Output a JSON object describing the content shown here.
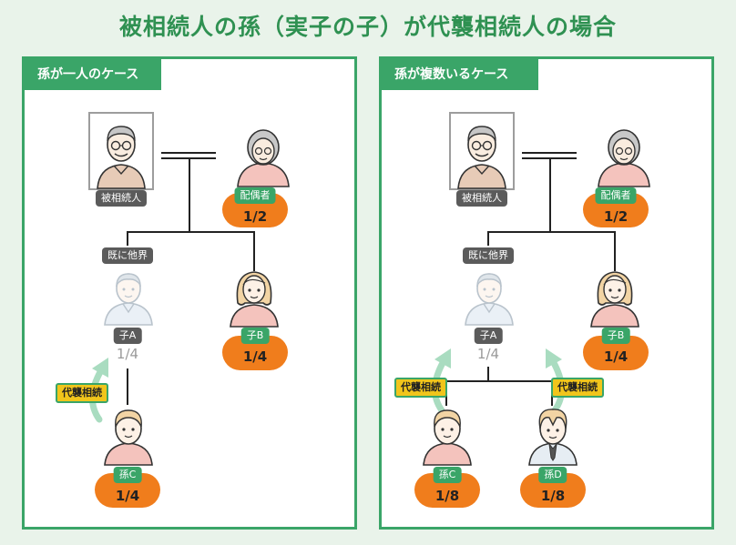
{
  "title": "被相続人の孫（実子の子）が代襲相続人の場合",
  "left_panel": {
    "header": "孫が一人のケース",
    "decedent_label": "被相続人",
    "spouse_label": "配偶者",
    "spouse_share": "1/2",
    "deceased_note": "既に他界",
    "childA_label": "子A",
    "childA_share": "1/4",
    "childB_label": "子B",
    "childB_share": "1/4",
    "succession_label": "代襲相続",
    "grandchildC_label": "孫C",
    "grandchildC_share": "1/4"
  },
  "right_panel": {
    "header": "孫が複数いるケース",
    "decedent_label": "被相続人",
    "spouse_label": "配偶者",
    "spouse_share": "1/2",
    "deceased_note": "既に他界",
    "childA_label": "子A",
    "childA_share": "1/4",
    "childB_label": "子B",
    "childB_share": "1/4",
    "succession_label_left": "代襲相続",
    "succession_label_right": "代襲相続",
    "grandchildC_label": "孫C",
    "grandchildC_share": "1/8",
    "grandchildD_label": "孫D",
    "grandchildD_share": "1/8"
  },
  "colors": {
    "green": "#3aa568",
    "orange": "#f07d1c",
    "label_gray": "#5b5b5b",
    "background": "#e9f3ea"
  }
}
